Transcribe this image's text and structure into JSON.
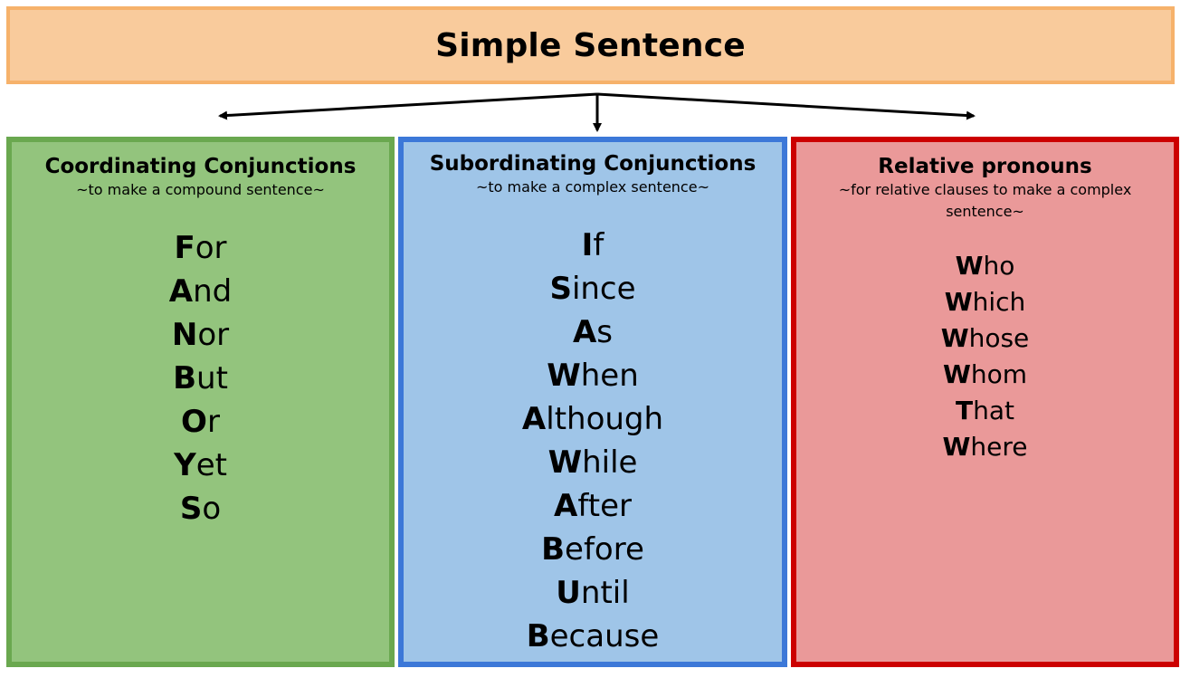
{
  "title": "Simple Sentence",
  "colors": {
    "title_fill": "#f9cb9c",
    "title_border": "#f6b26b",
    "green_fill": "#93c47d",
    "green_border": "#6aa84f",
    "blue_fill": "#9fc5e8",
    "blue_border": "#3c78d8",
    "red_fill": "#ea9999",
    "red_border": "#cc0000"
  },
  "panels": [
    {
      "heading": "Coordinating Conjunctions",
      "subheading": "~to make a compound sentence~",
      "words": [
        {
          "initial": "F",
          "rest": "or"
        },
        {
          "initial": "A",
          "rest": "nd"
        },
        {
          "initial": "N",
          "rest": "or"
        },
        {
          "initial": "B",
          "rest": "ut"
        },
        {
          "initial": "O",
          "rest": "r"
        },
        {
          "initial": "Y",
          "rest": "et"
        },
        {
          "initial": "S",
          "rest": "o"
        }
      ]
    },
    {
      "heading": "Subordinating Conjunctions",
      "subheading": "~to make a complex sentence~",
      "words": [
        {
          "initial": "I",
          "rest": "f"
        },
        {
          "initial": "S",
          "rest": "ince"
        },
        {
          "initial": "A",
          "rest": "s"
        },
        {
          "initial": "W",
          "rest": "hen"
        },
        {
          "initial": "A",
          "rest": "lthough"
        },
        {
          "initial": "W",
          "rest": "hile"
        },
        {
          "initial": "A",
          "rest": "fter"
        },
        {
          "initial": "B",
          "rest": "efore"
        },
        {
          "initial": "U",
          "rest": "ntil"
        },
        {
          "initial": "B",
          "rest": "ecause"
        }
      ]
    },
    {
      "heading": "Relative pronouns",
      "subheading": "~for relative clauses to make a complex sentence~",
      "words": [
        {
          "initial": "W",
          "rest": "ho"
        },
        {
          "initial": "W",
          "rest": "hich"
        },
        {
          "initial": "W",
          "rest": "hose"
        },
        {
          "initial": "W",
          "rest": "hom"
        },
        {
          "initial": "T",
          "rest": "hat"
        },
        {
          "initial": "W",
          "rest": "here"
        }
      ]
    }
  ]
}
